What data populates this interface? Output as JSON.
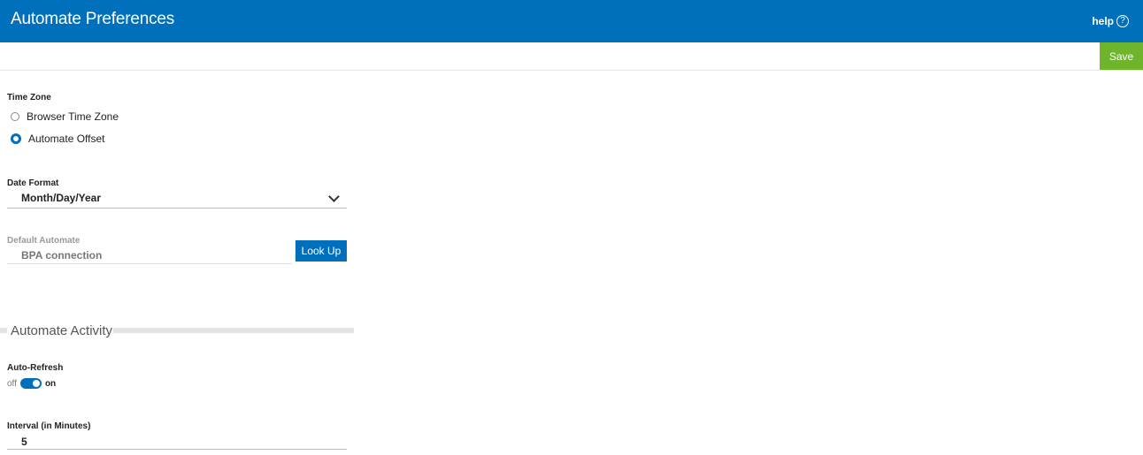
{
  "header": {
    "title": "Automate Preferences",
    "help_label": "help",
    "help_icon": "question-circle-icon",
    "background_color": "#0070bd"
  },
  "toolbar": {
    "save_label": "Save",
    "save_color": "#6fb52c"
  },
  "time_zone": {
    "label": "Time Zone",
    "options": [
      {
        "label": "Browser Time Zone",
        "checked": false
      },
      {
        "label": "Automate Offset",
        "checked": true
      }
    ]
  },
  "date_format": {
    "label": "Date Format",
    "value": "Month/Day/Year"
  },
  "default_automate": {
    "label": "Default Automate",
    "value": "BPA connection",
    "lookup_label": "Look Up"
  },
  "activity": {
    "section_title": "Automate Activity",
    "auto_refresh": {
      "label": "Auto-Refresh",
      "off_label": "off",
      "on_label": "on",
      "enabled": true
    },
    "interval": {
      "label": "Interval (in Minutes)",
      "value": "5"
    }
  }
}
